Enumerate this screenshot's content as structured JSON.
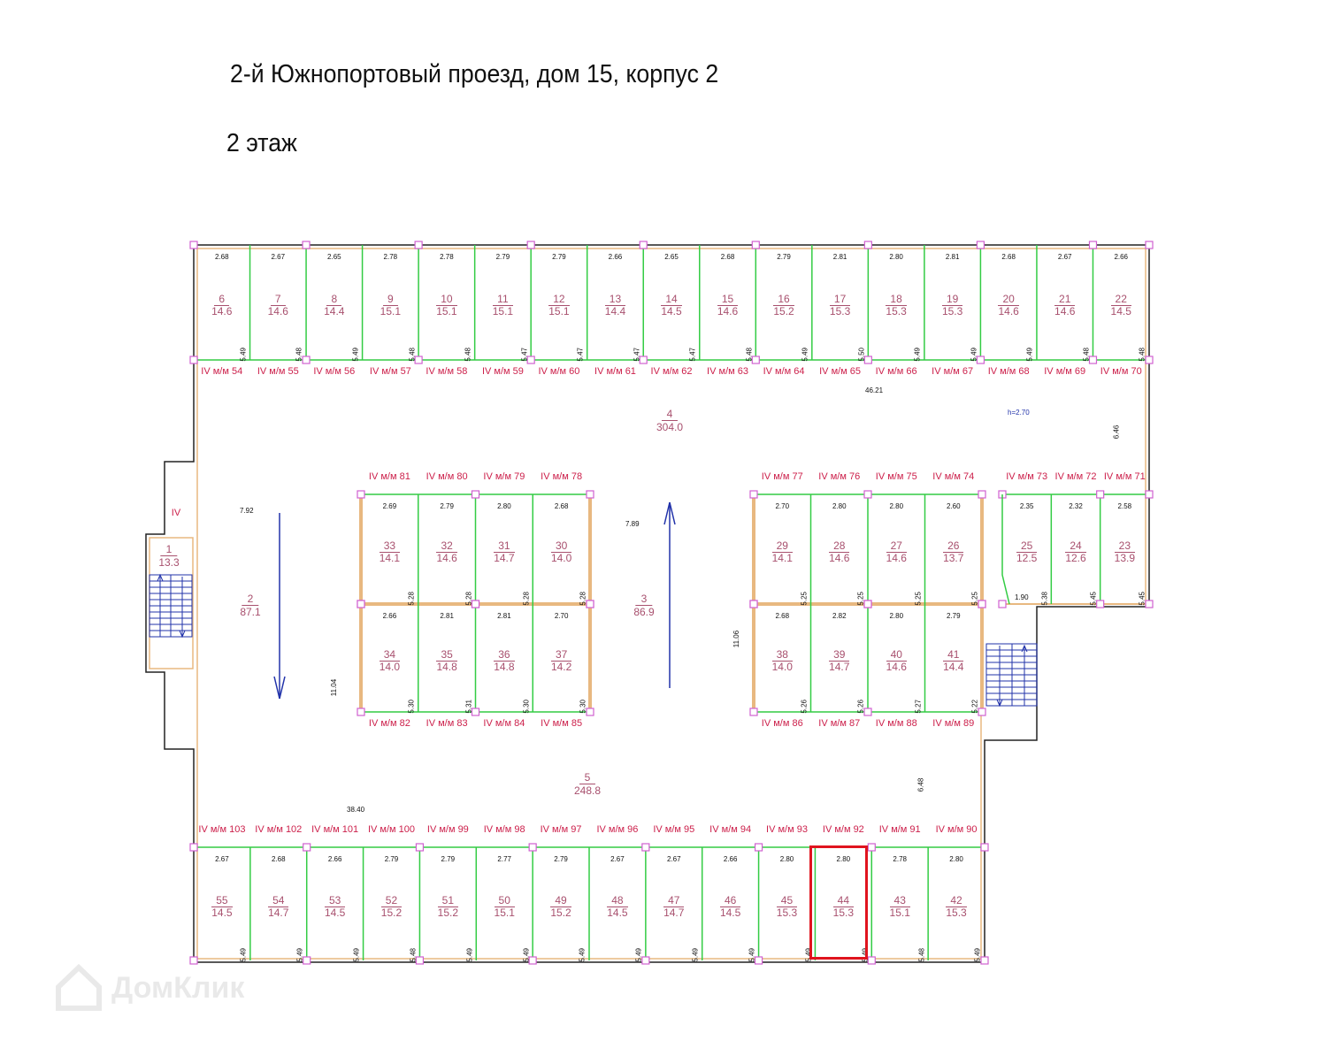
{
  "header": {
    "address": "2-й Южнопортовый проезд, дом 15, корпус 2",
    "floor": "2 этаж"
  },
  "highlight_color": "#e0141e",
  "watermark": "ДомКлик",
  "rooms": {
    "r1": {
      "num": "1",
      "area": "13.3"
    },
    "r2": {
      "num": "2",
      "area": "87.1"
    },
    "r3": {
      "num": "3",
      "area": "86.9"
    },
    "r4": {
      "num": "4",
      "area": "304.0"
    },
    "r5": {
      "num": "5",
      "area": "248.8"
    },
    "stair_label": "IV"
  },
  "dimensions": {
    "d46_21": "46.21",
    "h": "h=2.70",
    "d6_46": "6.46",
    "d7_92": "7.92",
    "d7_89": "7.89",
    "d11_04": "11.04",
    "d11_06": "11.06",
    "d6_48": "6.48",
    "d38_40": "38.40",
    "d1_90": "1.90"
  },
  "groups": {
    "top_row": [
      {
        "n": "6",
        "a": "14.6",
        "w": "2.68",
        "d": "5.49",
        "p": "IV м/м 54"
      },
      {
        "n": "7",
        "a": "14.6",
        "w": "2.67",
        "d": "5.48",
        "p": "IV м/м 55"
      },
      {
        "n": "8",
        "a": "14.4",
        "w": "2.65",
        "d": "5.49",
        "p": "IV м/м 56"
      },
      {
        "n": "9",
        "a": "15.1",
        "w": "2.78",
        "d": "5.48",
        "p": "IV м/м 57"
      },
      {
        "n": "10",
        "a": "15.1",
        "w": "2.78",
        "d": "5.48",
        "p": "IV м/м 58"
      },
      {
        "n": "11",
        "a": "15.1",
        "w": "2.79",
        "d": "5.47",
        "p": "IV м/м 59"
      },
      {
        "n": "12",
        "a": "15.1",
        "w": "2.79",
        "d": "5.47",
        "p": "IV м/м 60"
      },
      {
        "n": "13",
        "a": "14.4",
        "w": "2.66",
        "d": "5.47",
        "p": "IV м/м 61"
      },
      {
        "n": "14",
        "a": "14.5",
        "w": "2.65",
        "d": "5.47",
        "p": "IV м/м 62"
      },
      {
        "n": "15",
        "a": "14.6",
        "w": "2.68",
        "d": "5.48",
        "p": "IV м/м 63"
      },
      {
        "n": "16",
        "a": "15.2",
        "w": "2.79",
        "d": "5.49",
        "p": "IV м/м 64"
      },
      {
        "n": "17",
        "a": "15.3",
        "w": "2.81",
        "d": "5.50",
        "p": "IV м/м 65"
      },
      {
        "n": "18",
        "a": "15.3",
        "w": "2.80",
        "d": "5.49",
        "p": "IV м/м 66"
      },
      {
        "n": "19",
        "a": "15.3",
        "w": "2.81",
        "d": "5.49",
        "p": "IV м/м 67"
      },
      {
        "n": "20",
        "a": "14.6",
        "w": "2.68",
        "d": "5.49",
        "p": "IV м/м 68"
      },
      {
        "n": "21",
        "a": "14.6",
        "w": "2.67",
        "d": "5.48",
        "p": "IV м/м 69"
      },
      {
        "n": "22",
        "a": "14.5",
        "w": "2.66",
        "d": "5.48",
        "p": "IV м/м 70"
      }
    ],
    "bottom_row": [
      {
        "n": "55",
        "a": "14.5",
        "w": "2.67",
        "d": "5.49",
        "p": "IV м/м 103"
      },
      {
        "n": "54",
        "a": "14.7",
        "w": "2.68",
        "d": "5.49",
        "p": "IV м/м 102"
      },
      {
        "n": "53",
        "a": "14.5",
        "w": "2.66",
        "d": "5.49",
        "p": "IV м/м 101"
      },
      {
        "n": "52",
        "a": "15.2",
        "w": "2.79",
        "d": "5.48",
        "p": "IV м/м 100"
      },
      {
        "n": "51",
        "a": "15.2",
        "w": "2.79",
        "d": "5.49",
        "p": "IV м/м 99"
      },
      {
        "n": "50",
        "a": "15.1",
        "w": "2.77",
        "d": "5.49",
        "p": "IV м/м 98"
      },
      {
        "n": "49",
        "a": "15.2",
        "w": "2.79",
        "d": "5.49",
        "p": "IV м/м 97"
      },
      {
        "n": "48",
        "a": "14.5",
        "w": "2.67",
        "d": "5.49",
        "p": "IV м/м 96"
      },
      {
        "n": "47",
        "a": "14.7",
        "w": "2.67",
        "d": "5.49",
        "p": "IV м/м 95"
      },
      {
        "n": "46",
        "a": "14.5",
        "w": "2.66",
        "d": "5.49",
        "p": "IV м/м 94"
      },
      {
        "n": "45",
        "a": "15.3",
        "w": "2.80",
        "d": "5.49",
        "p": "IV м/м 93"
      },
      {
        "n": "44",
        "a": "15.3",
        "w": "2.80",
        "d": "5.49",
        "p": "IV м/м 92",
        "selected": true
      },
      {
        "n": "43",
        "a": "15.1",
        "w": "2.78",
        "d": "5.48",
        "p": "IV м/м 91"
      },
      {
        "n": "42",
        "a": "15.3",
        "w": "2.80",
        "d": "5.49",
        "p": "IV м/м 90"
      }
    ],
    "mid_left_top": [
      {
        "n": "33",
        "a": "14.1",
        "w": "2.69",
        "d": "5.28",
        "p": "IV м/м 81"
      },
      {
        "n": "32",
        "a": "14.6",
        "w": "2.79",
        "d": "5.28",
        "p": "IV м/м 80"
      },
      {
        "n": "31",
        "a": "14.7",
        "w": "2.80",
        "d": "5.28",
        "p": "IV м/м 79"
      },
      {
        "n": "30",
        "a": "14.0",
        "w": "2.68",
        "d": "5.28",
        "p": "IV м/м 78"
      }
    ],
    "mid_left_bottom": [
      {
        "n": "34",
        "a": "14.0",
        "w": "2.66",
        "d": "5.30",
        "p": "IV м/м 82"
      },
      {
        "n": "35",
        "a": "14.8",
        "w": "2.81",
        "d": "5.31",
        "p": "IV м/м 83"
      },
      {
        "n": "36",
        "a": "14.8",
        "w": "2.81",
        "d": "5.30",
        "p": "IV м/м 84"
      },
      {
        "n": "37",
        "a": "14.2",
        "w": "2.70",
        "d": "5.30",
        "p": "IV м/м 85"
      }
    ],
    "mid_right_top": [
      {
        "n": "29",
        "a": "14.1",
        "w": "2.70",
        "d": "5.25",
        "p": "IV м/м 77"
      },
      {
        "n": "28",
        "a": "14.6",
        "w": "2.80",
        "d": "5.25",
        "p": "IV м/м 76"
      },
      {
        "n": "27",
        "a": "14.6",
        "w": "2.80",
        "d": "5.25",
        "p": "IV м/м 75"
      },
      {
        "n": "26",
        "a": "13.7",
        "w": "2.60",
        "d": "5.25",
        "p": "IV м/м 74"
      }
    ],
    "mid_right_bottom": [
      {
        "n": "38",
        "a": "14.0",
        "w": "2.68",
        "d": "5.26",
        "p": "IV м/м 86"
      },
      {
        "n": "39",
        "a": "14.7",
        "w": "2.82",
        "d": "5.26",
        "p": "IV м/м 87"
      },
      {
        "n": "40",
        "a": "14.6",
        "w": "2.80",
        "d": "5.27",
        "p": "IV м/м 88"
      },
      {
        "n": "41",
        "a": "14.4",
        "w": "2.79",
        "d": "5.22",
        "p": "IV м/м 89"
      }
    ],
    "right_small": [
      {
        "n": "25",
        "a": "12.5",
        "w": "2.35",
        "d": "5.38",
        "p": "IV м/м 73"
      },
      {
        "n": "24",
        "a": "12.6",
        "w": "2.32",
        "d": "5.45",
        "p": "IV м/м 72"
      },
      {
        "n": "23",
        "a": "13.9",
        "w": "2.58",
        "d": "5.45",
        "p": "IV м/м 71"
      }
    ]
  }
}
